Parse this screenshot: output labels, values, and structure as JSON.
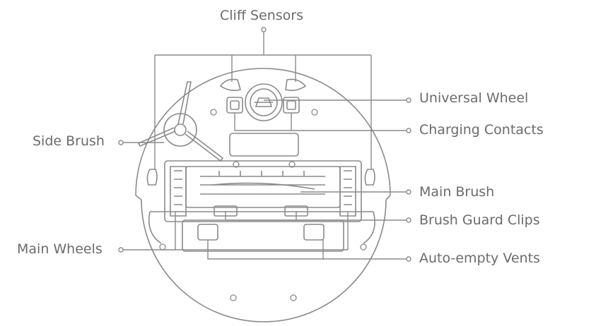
{
  "colors": {
    "line": "#8a8a8a",
    "text": "#6b6b6b",
    "background": "#ffffff"
  },
  "labels": {
    "cliff_sensors": "Cliff Sensors",
    "universal_wheel": "Universal Wheel",
    "charging_contacts": "Charging Contacts",
    "side_brush": "Side Brush",
    "main_brush": "Main Brush",
    "brush_guard_clips": "Brush Guard Clips",
    "main_wheels": "Main Wheels",
    "auto_empty_vents": "Auto-empty Vents"
  }
}
